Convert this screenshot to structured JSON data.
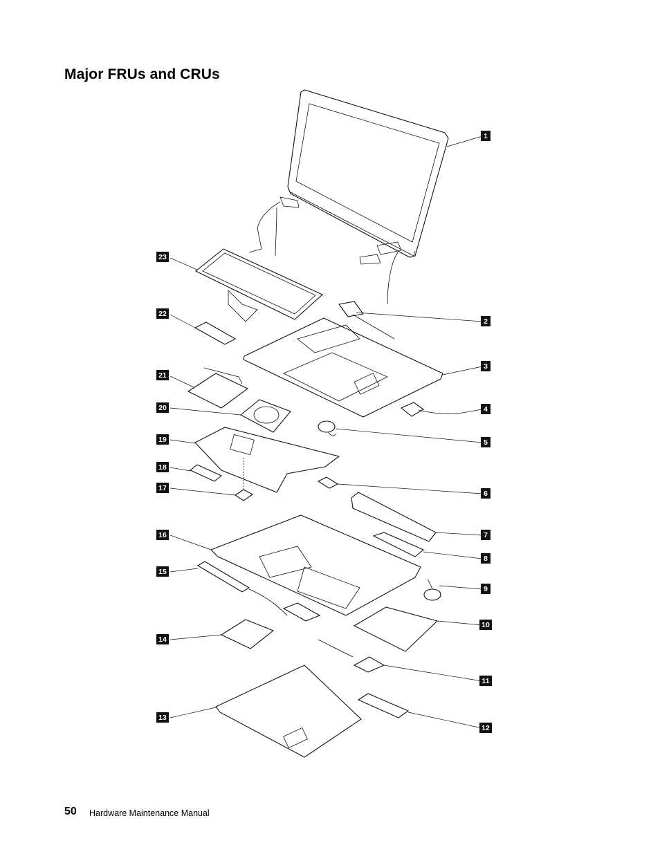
{
  "header": {
    "title": "Major FRUs and CRUs"
  },
  "callouts": [
    "1",
    "2",
    "3",
    "4",
    "5",
    "6",
    "7",
    "8",
    "9",
    "10",
    "11",
    "12",
    "13",
    "14",
    "15",
    "16",
    "17",
    "18",
    "19",
    "20",
    "21",
    "22",
    "23"
  ],
  "footer": {
    "page_number": "50",
    "manual_title": "Hardware Maintenance Manual"
  }
}
